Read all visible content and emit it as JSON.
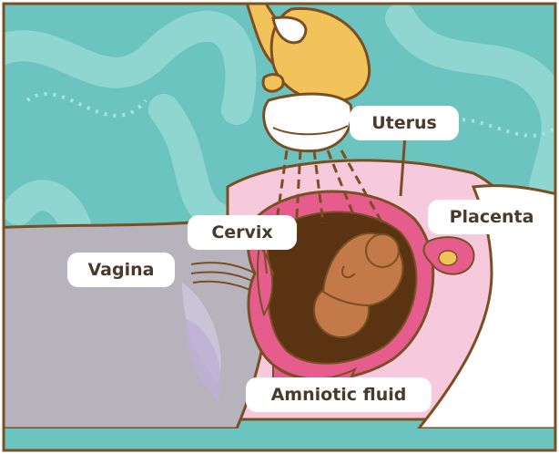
{
  "labels": {
    "uterus": "Uterus",
    "placenta": "Placenta",
    "cervix": "Cervix",
    "vagina": "Vagina",
    "amniotic_fluid": "Amniotic fluid"
  },
  "icons": {
    "ultrasound_probe": "ultrasound-probe-icon",
    "hand": "hand-icon",
    "fetus": "fetus-icon"
  },
  "colors": {
    "background": "#6cc4c0",
    "pattern": "#8fd6d1",
    "outline": "#7a4f23",
    "skin": "#f7c9dd",
    "uterus_wall": "#e65c8c",
    "amniotic_fluid": "#5a3412",
    "fetus": "#c47a48",
    "probe": "#ffffff",
    "hand": "#f2c25b",
    "sheet": "#ffffff",
    "leg": "#b7b3bd",
    "label_bg": "#ffffff",
    "label_text": "#4a3a2c"
  }
}
